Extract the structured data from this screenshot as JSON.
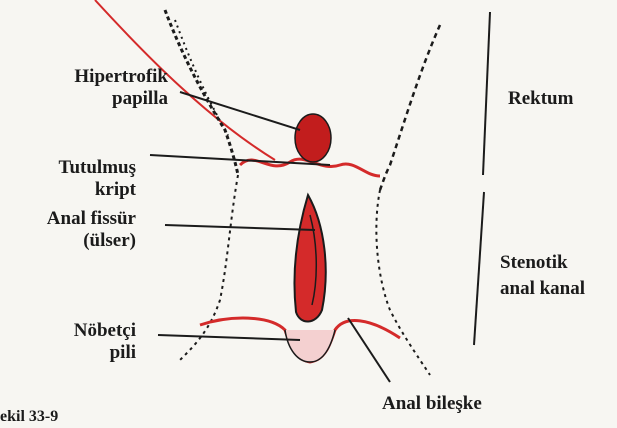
{
  "labels": {
    "hypertrophic_papilla": [
      "Hipertrofik",
      "papilla"
    ],
    "involved_crypt": [
      "Tutulmuş",
      "kript"
    ],
    "anal_fissure": [
      "Anal fissür",
      "(ülser)"
    ],
    "sentinel_pile": [
      "Nöbetçi",
      "pili"
    ],
    "rectum": "Rektum",
    "stenotic_canal": [
      "Stenotik",
      "anal kanal"
    ],
    "anal_verge": "Anal bileşke",
    "figure_caption": "ekil 33-9"
  },
  "colors": {
    "ink": "#1b1b1b",
    "highlight_red": "#d42a2a",
    "paper": "#f7f6f2"
  }
}
